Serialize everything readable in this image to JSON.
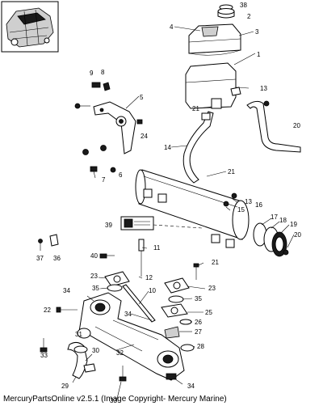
{
  "caption": "MercuryPartsOnline v2.5.1 (Image Copyright- Mercury Marine)",
  "callouts": [
    "1",
    "2",
    "3",
    "4",
    "5",
    "6",
    "7",
    "8",
    "9",
    "10",
    "11",
    "12",
    "13",
    "14",
    "15",
    "16",
    "17",
    "18",
    "19",
    "20",
    "21",
    "22",
    "23",
    "24",
    "25",
    "26",
    "27",
    "28",
    "29",
    "30",
    "31",
    "32",
    "33",
    "34",
    "35",
    "36",
    "37",
    "38",
    "39",
    "40"
  ]
}
